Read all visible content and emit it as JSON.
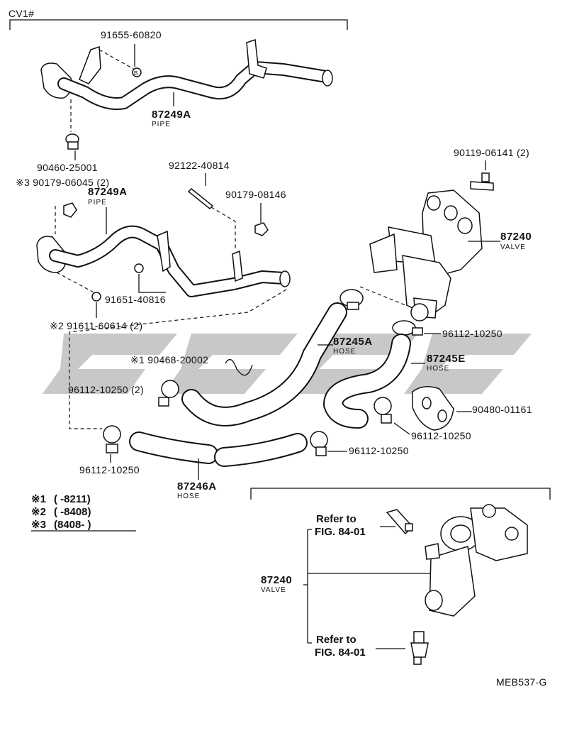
{
  "header": {
    "section_code": "CV1#"
  },
  "parts": {
    "bolt_a": "91655-60820",
    "pipe_upper_num": "87249A",
    "pipe_upper_name": "PIPE",
    "clamp_upper": "90460-25001",
    "nut_note": "※3 90179-06045 (2)",
    "pipe_lower_num": "87249A",
    "pipe_lower_name": "PIPE",
    "stud": "92122-40814",
    "nut_b": "90179-08146",
    "bolt_b": "91651-40816",
    "bolt_c_note": "※2 91611-60614 (2)",
    "valve_bolt": "90119-06141 (2)",
    "valve_num": "87240",
    "valve_name": "VALVE",
    "clamp_valve": "96112-10250",
    "hose_a_num": "87245A",
    "hose_a_name": "HOSE",
    "hose_e_num": "87245E",
    "hose_e_name": "HOSE",
    "wire_note": "※1 90468-20002",
    "clamp_pair": "96112-10250 (2)",
    "grommet": "90480-01161",
    "clamp_right": "96112-10250",
    "clamp_mid": "96112-10250",
    "clamp_left": "96112-10250",
    "hose_b_num": "87246A",
    "hose_b_name": "HOSE"
  },
  "legend": [
    {
      "mark": "※1",
      "range": "(        -8211)"
    },
    {
      "mark": "※2",
      "range": "(        -8408)"
    },
    {
      "mark": "※3",
      "range": "(8408-          )"
    }
  ],
  "inset": {
    "refer_top_1": "Refer to",
    "refer_top_2": "FIG. 84-01",
    "valve_num": "87240",
    "valve_name": "VALVE",
    "refer_bot_1": "Refer to",
    "refer_bot_2": "FIG. 84-01"
  },
  "footer": {
    "code": "MEB537-G"
  },
  "badge_letter": "B"
}
